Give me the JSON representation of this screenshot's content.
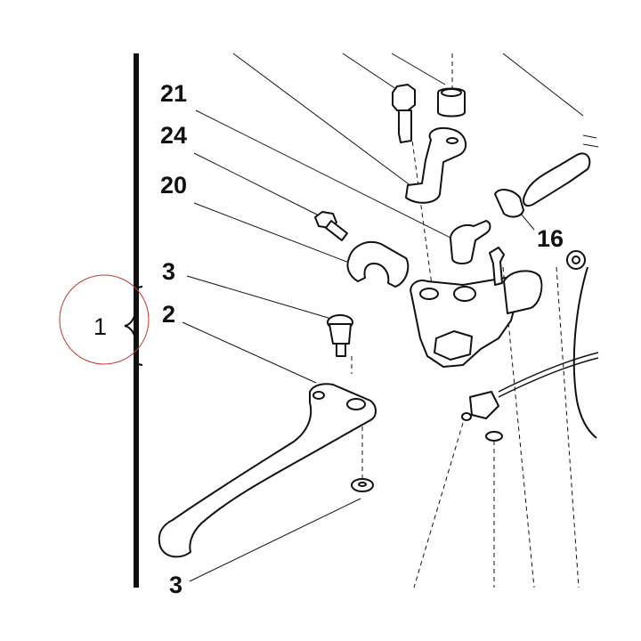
{
  "labels": {
    "main": "1",
    "part_21": "21",
    "part_24": "24",
    "part_20": "20",
    "part_3_top": "3",
    "part_2": "2",
    "part_16": "16",
    "part_3_bottom": "3"
  },
  "colors": {
    "ink": "#111111",
    "annotation_circle": "#c0392b"
  }
}
